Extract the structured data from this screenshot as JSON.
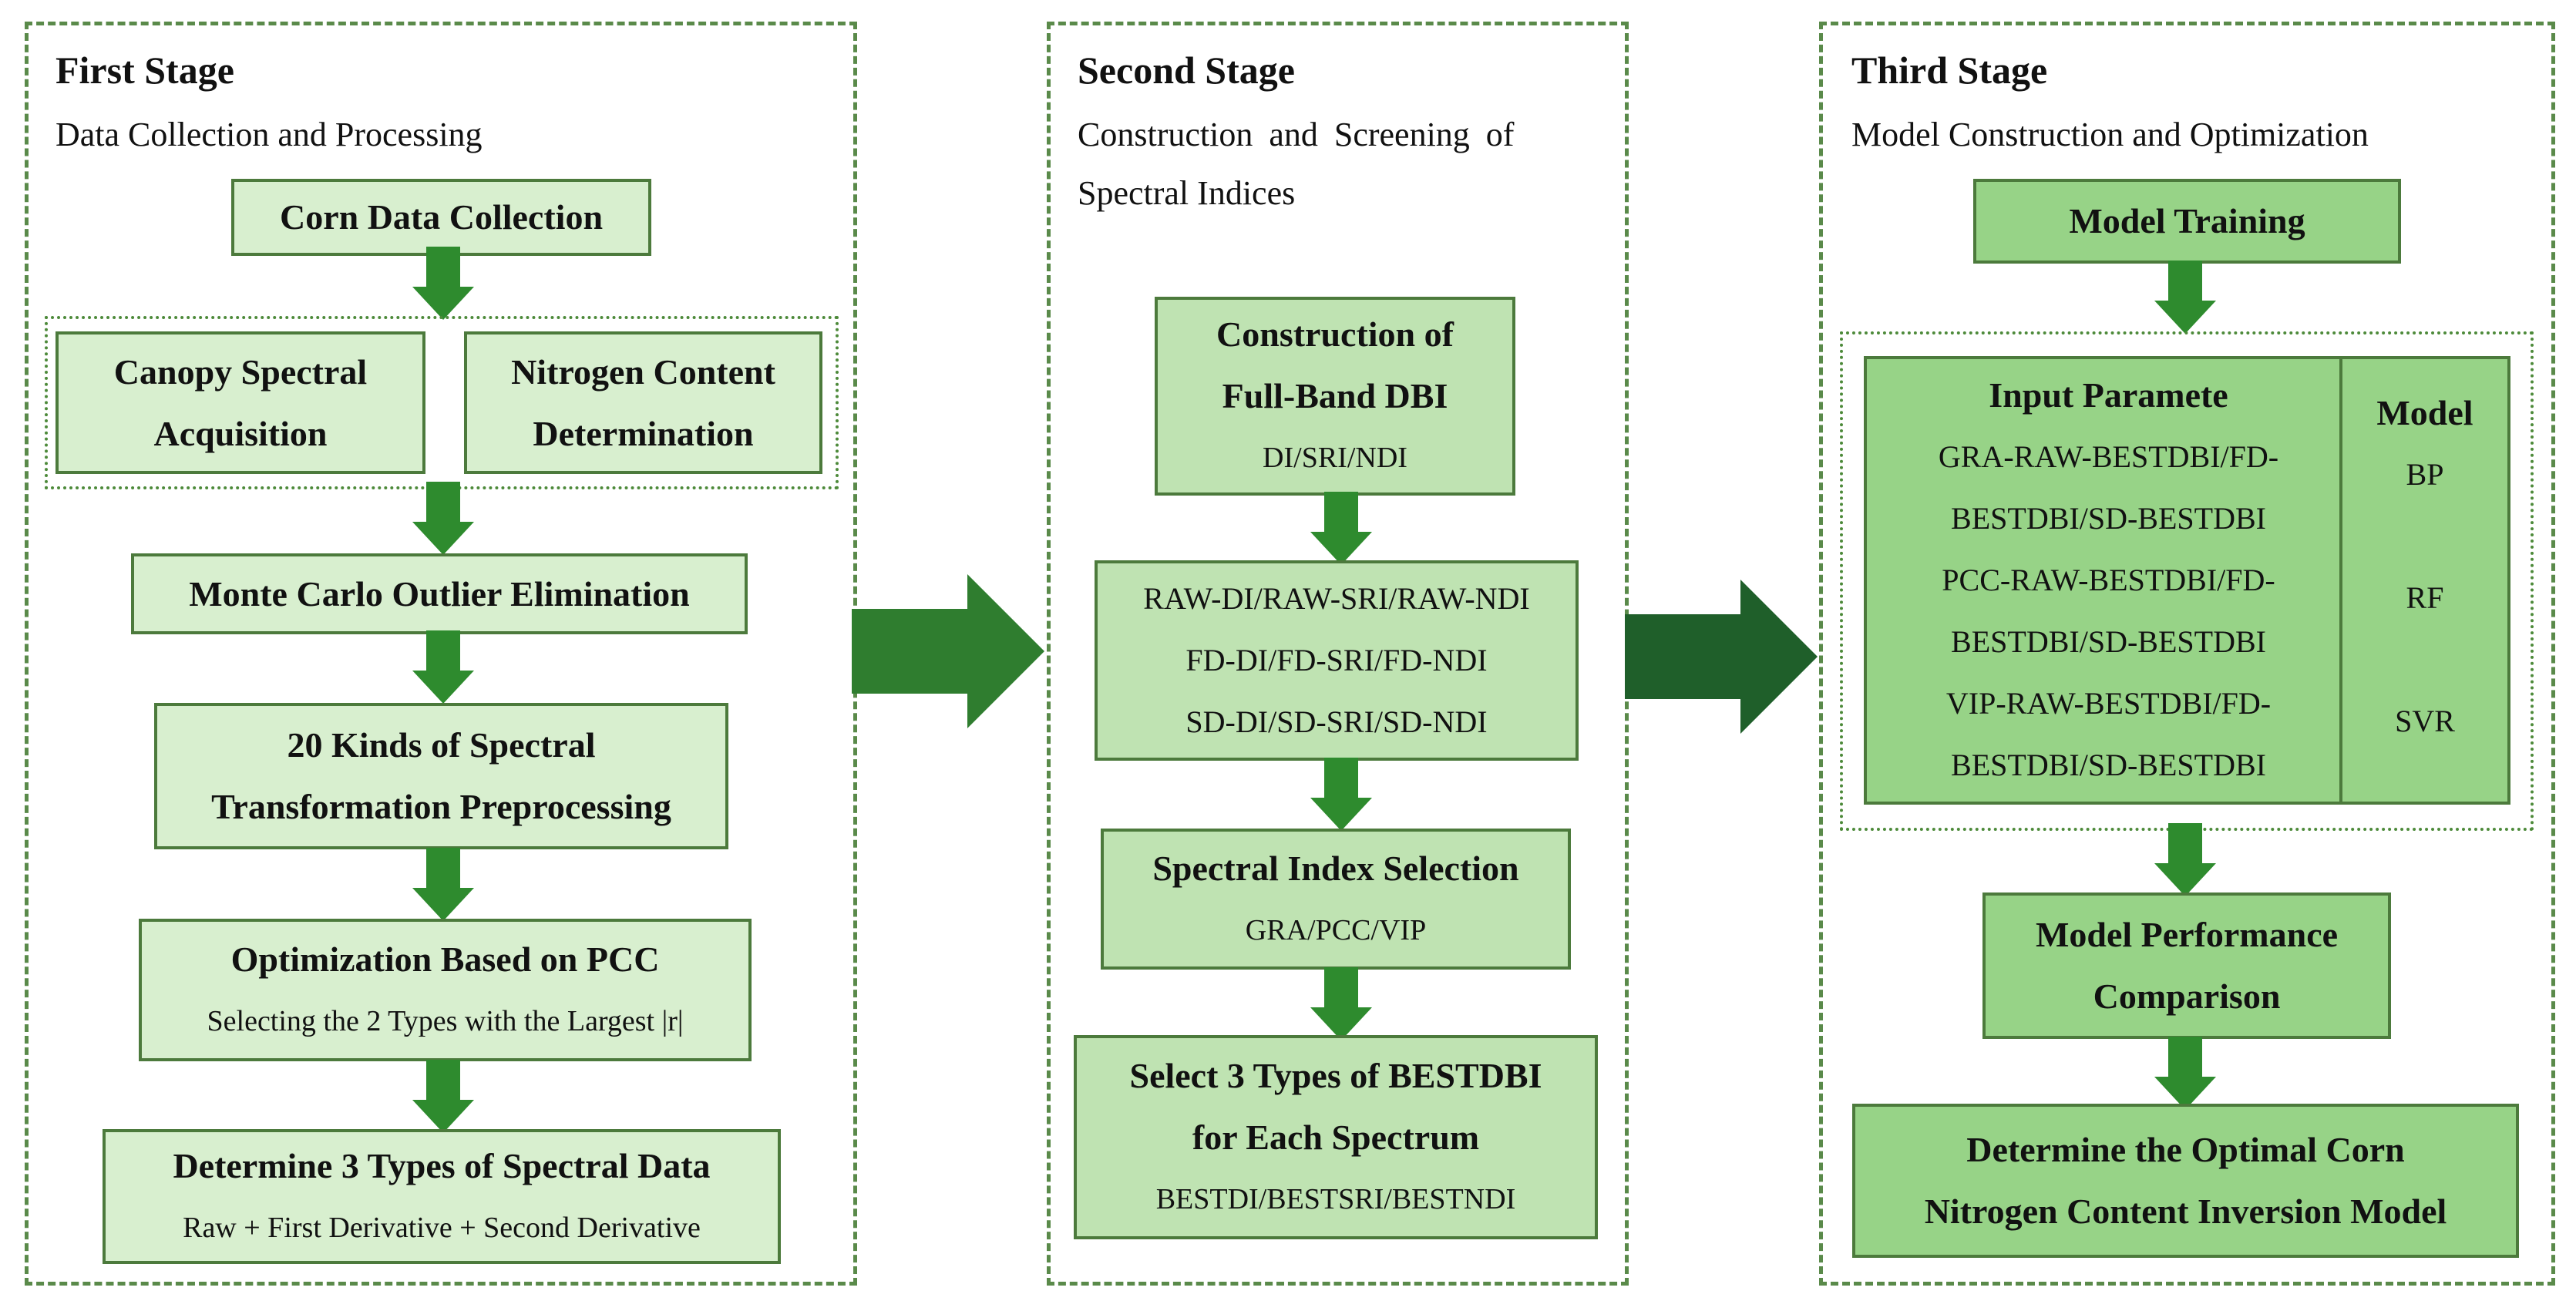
{
  "stage1": {
    "title": "First Stage",
    "subtitle": "Data Collection and Processing",
    "corn_data_collection": "Corn Data Collection",
    "canopy_line1": "Canopy Spectral",
    "canopy_line2": "Acquisition",
    "nitrogen_line1": "Nitrogen Content",
    "nitrogen_line2": "Determination",
    "monte_carlo": "Monte Carlo Outlier Elimination",
    "transform_line1": "20 Kinds of Spectral",
    "transform_line2": "Transformation Preprocessing",
    "pcc_title": "Optimization Based on PCC",
    "pcc_sub": "Selecting the 2 Types with the Largest |r|",
    "determine_title": "Determine 3 Types of Spectral Data",
    "determine_sub": "Raw + First Derivative + Second Derivative"
  },
  "stage2": {
    "title": "Second Stage",
    "subtitle_line1": "Construction and Screening of",
    "subtitle_line2": "Spectral Indices",
    "construction_line1": "Construction of",
    "construction_line2": "Full-Band DBI",
    "construction_sub": "DI/SRI/NDI",
    "indices_line1": "RAW-DI/RAW-SRI/RAW-NDI",
    "indices_line2": "FD-DI/FD-SRI/FD-NDI",
    "indices_line3": "SD-DI/SD-SRI/SD-NDI",
    "selection_title": "Spectral Index Selection",
    "selection_sub": "GRA/PCC/VIP",
    "best_line1": "Select 3 Types of BESTDBI",
    "best_line2": "for Each Spectrum",
    "best_sub": "BESTDI/BESTSRI/BESTNDI"
  },
  "stage3": {
    "title": "Third Stage",
    "subtitle": "Model Construction and Optimization",
    "model_training": "Model Training",
    "input_title": "Input Paramete",
    "input_lines": [
      "GRA-RAW-BESTDBI/FD-",
      "BESTDBI/SD-BESTDBI",
      "PCC-RAW-BESTDBI/FD-",
      "BESTDBI/SD-BESTDBI",
      "VIP-RAW-BESTDBI/FD-",
      "BESTDBI/SD-BESTDBI"
    ],
    "model_title": "Model",
    "models": [
      "BP",
      "RF",
      "SVR"
    ],
    "performance_line1": "Model Performance",
    "performance_line2": "Comparison",
    "optimal_line1": "Determine the Optimal Corn",
    "optimal_line2": "Nitrogen Content Inversion Model"
  },
  "colors": {
    "stage_border": "#5a8a4a",
    "box_light": "#d8efcf",
    "box_mid": "#bfe3b2",
    "box_dark": "#97d387",
    "arrow": "#2e8b2e",
    "big_arrow_1": "#2f7d2f",
    "big_arrow_2": "#1f5f2a"
  }
}
